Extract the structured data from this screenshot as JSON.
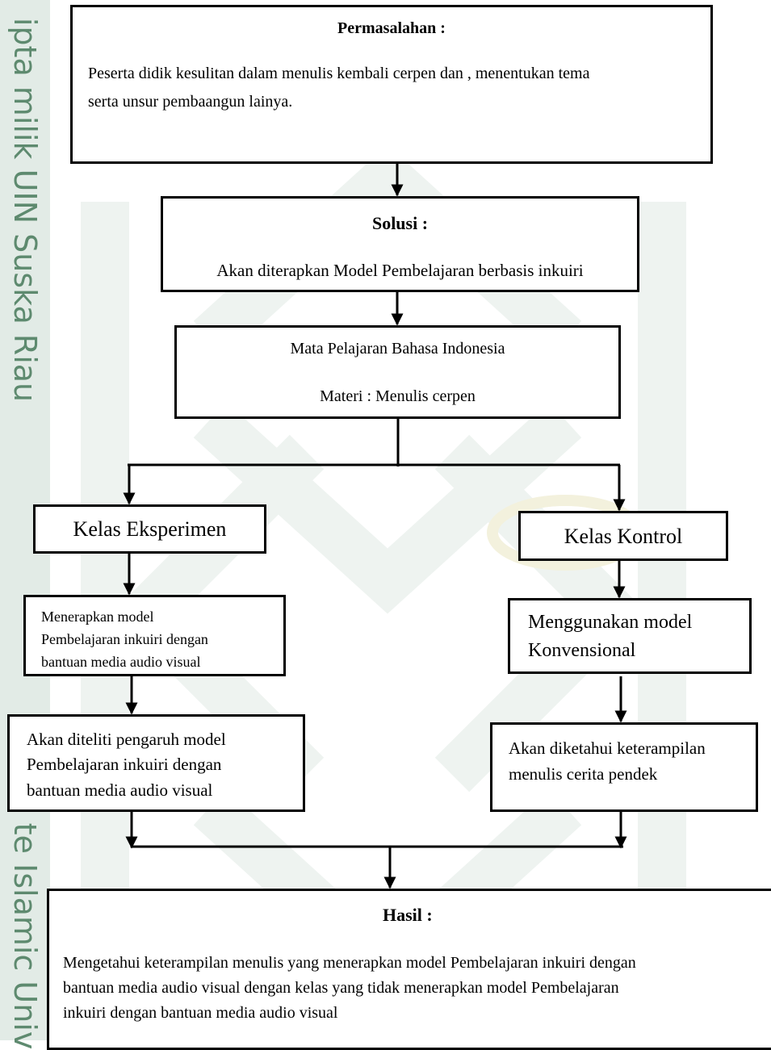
{
  "sidebar": {
    "text_top": "ipta milik UIN Suska Riau",
    "text_bottom": "te Islamic Univ"
  },
  "colors": {
    "sidebar_bg": "#e2ebe6",
    "sidebar_text": "#5e8a6f",
    "watermark": "#eef3f0",
    "border": "#000000"
  },
  "flowchart": {
    "problem": {
      "title": "Permasalahan :",
      "line1": "Peserta didik kesulitan dalam menulis kembali cerpen dan , menentukan tema",
      "line2": "serta unsur pembaangun lainya."
    },
    "solution": {
      "title": "Solusi :",
      "body": "Akan diterapkan Model Pembelajaran berbasis inkuiri"
    },
    "subject": {
      "line1": "Mata Pelajaran Bahasa Indonesia",
      "line2": "Materi : Menulis cerpen"
    },
    "experiment": {
      "class_label": "Kelas Eksperimen",
      "method": [
        "Menerapkan model",
        "Pembelajaran inkuiri dengan",
        "bantuan media audio visual"
      ],
      "study": [
        "Akan diteliti pengaruh model",
        "Pembelajaran inkuiri dengan",
        "bantuan media audio visual"
      ]
    },
    "control": {
      "class_label": "Kelas Kontrol",
      "method": [
        "Menggunakan model",
        "Konvensional"
      ],
      "study": [
        "Akan diketahui keterampilan",
        "menulis cerita pendek"
      ]
    },
    "result": {
      "title": "Hasil :",
      "line1": "Mengetahui keterampilan menulis yang menerapkan model Pembelajaran inkuiri dengan",
      "line2": "bantuan media audio visual dengan kelas yang tidak menerapkan model Pembelajaran",
      "line3": "inkuiri dengan bantuan media audio visual"
    }
  }
}
